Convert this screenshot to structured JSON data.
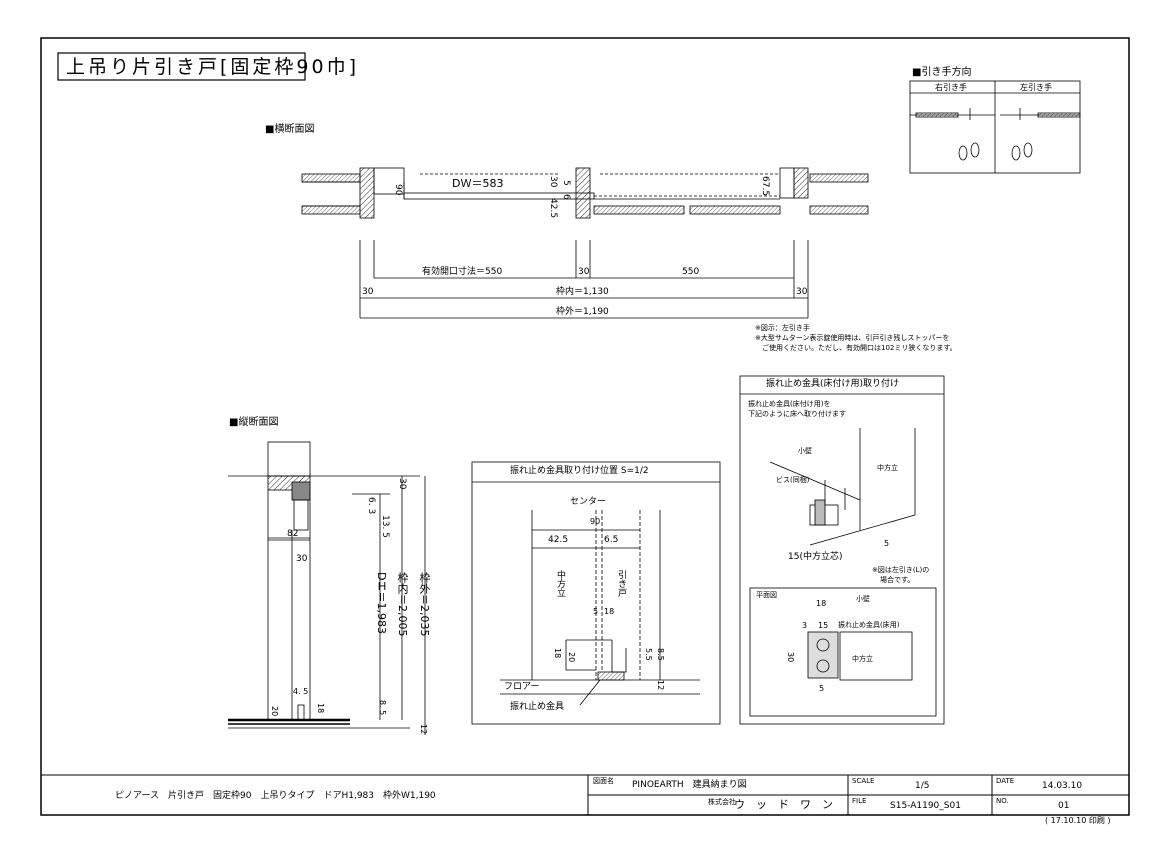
{
  "title": "上吊り片引き戸[固定枠90巾]",
  "sections": {
    "cross": "■横断面図",
    "vertical": "■縦断面図",
    "handle": "■引き手方向"
  },
  "handle": {
    "right": "右引き手",
    "left": "左引き手"
  },
  "cross": {
    "dw": "DＷ＝583",
    "d30": "30",
    "d5": "5",
    "d6": "6",
    "d90": "90",
    "d425": "42.5",
    "d675": "67.5",
    "opening": "有効開口寸法＝550",
    "mid30": "30",
    "right550": "550",
    "left30": "30",
    "right30": "30",
    "inner": "枠内＝1,130",
    "outer": "枠外＝1,190"
  },
  "notes": [
    "※図示：左引き手",
    "※大型サムターン表示錠使用時は、引戸引き残しストッパーを",
    "　ご使用ください。ただし、有効開口は102ミリ狭くなります。"
  ],
  "vertical": {
    "d82": "82",
    "d30": "30",
    "d63": "6. 3",
    "d135": "13. 5",
    "top30": "30",
    "dh": "DＨ＝1,983",
    "inner": "枠内＝2,005",
    "outer": "枠外＝2,035",
    "d45": "4. 5",
    "d20": "20",
    "d18": "18",
    "d85": "8. 5",
    "d12": "12"
  },
  "pos": {
    "title": "振れ止め金具取り付け位置 S=1/2",
    "center": "センター",
    "d90": "90",
    "d425": "42.5",
    "d65": "6.5",
    "mullion": "中方立",
    "door": "引き戸",
    "d5": "5",
    "d18": "18",
    "left18": "18",
    "left20": "20",
    "r55": "5.5",
    "r85": "8.5",
    "r12": "12",
    "floor": "フロアー",
    "fitting": "振れ止め金具"
  },
  "install": {
    "title": "振れ止め金具(床付け用)取り付け",
    "desc1": "振れ止め金具(床付け用)を",
    "desc2": "下記のように床へ取り付けます",
    "wall": "小壁",
    "mullion": "中方立",
    "screw": "ビス(同梱)",
    "d5": "5",
    "d15": "15(中方立芯)",
    "note1": "※図は左引き(L)の",
    "note2": "場合です。",
    "plan": "平面図",
    "p18": "18",
    "p3": "3",
    "p15": "15",
    "pwall": "小壁",
    "pfitting": "振れ止め金具(床用)",
    "p30": "30",
    "pmullion": "中方立",
    "p5": "5"
  },
  "titleblock": {
    "desc": "ピノアース　片引き戸　固定枠90　上吊りタイプ　ドアH1,983　枠外W1,190",
    "name_label": "図面名",
    "name": "PINOEARTH　建具納まり図",
    "company_label": "株式会社",
    "company": "ウ　ッ　ド　ワ　ン",
    "scale_label": "SCALE",
    "scale": "1/5",
    "file_label": "FILE",
    "file": "S15-A1190_S01",
    "date_label": "DATE",
    "date": "14.03.10",
    "no_label": "NO.",
    "no": "01",
    "print": "( 17.10.10 印刷 )"
  }
}
